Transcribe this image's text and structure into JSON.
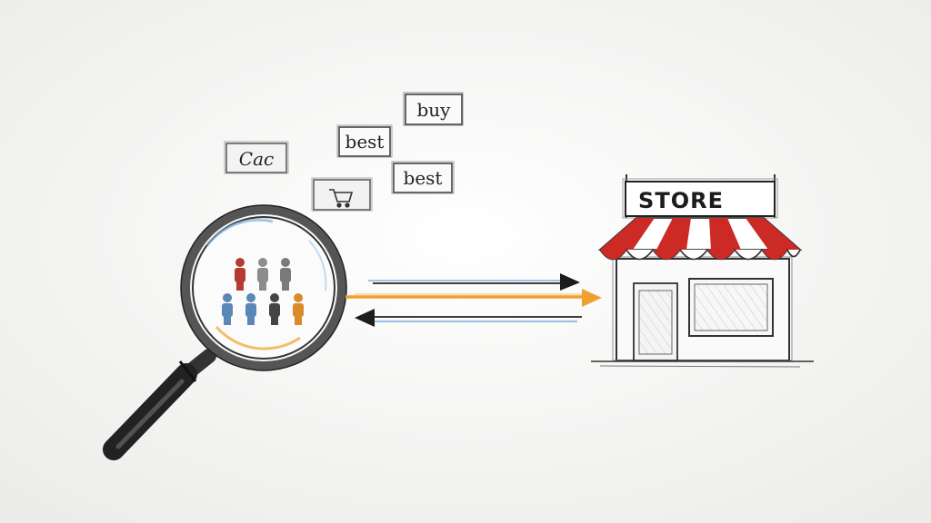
{
  "keywords": [
    {
      "id": "buy",
      "text": "buy"
    },
    {
      "id": "best-1",
      "text": "best"
    },
    {
      "id": "best-2",
      "text": "best"
    },
    {
      "id": "scribble",
      "text": "Cac"
    }
  ],
  "store": {
    "sign": "STORE"
  },
  "colors": {
    "ink": "#1c1c1c",
    "awning_red": "#cc2a24",
    "arrow_orange": "#f0a030",
    "arrow_blue": "#8fb8de",
    "person_red": "#b53a32",
    "person_grey": "#8c8c8c",
    "person_blue": "#5b86b8",
    "person_orange": "#d98a2b"
  }
}
